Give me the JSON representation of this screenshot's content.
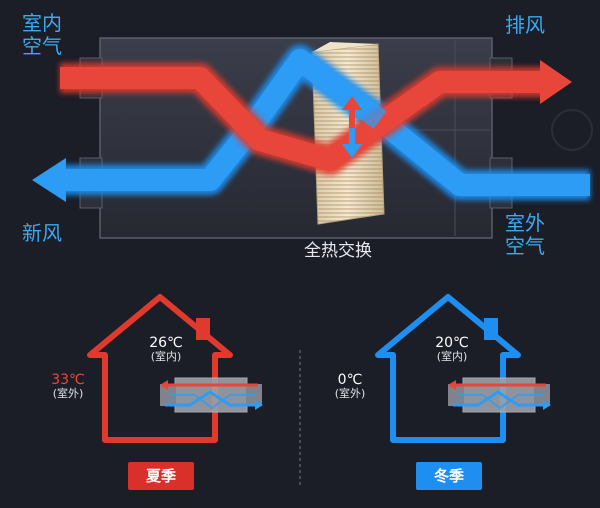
{
  "top_labels": {
    "indoor_air": [
      "室内",
      "空气"
    ],
    "exhaust": "排风",
    "fresh_air": "新风",
    "outdoor_air": [
      "室外",
      "空气"
    ],
    "core": "全热交换"
  },
  "summer": {
    "indoor_temp": "26℃",
    "indoor_sub": "(室内)",
    "outdoor_temp": "33℃",
    "outdoor_sub": "(室外)",
    "season_label": "夏季"
  },
  "winter": {
    "indoor_temp": "20℃",
    "indoor_sub": "(室内)",
    "outdoor_temp": "0℃",
    "outdoor_sub": "(室外)",
    "season_label": "冬季"
  },
  "colors": {
    "red": "#e03a2e",
    "blue": "#1e8ff0",
    "background": "#1b1d27"
  }
}
